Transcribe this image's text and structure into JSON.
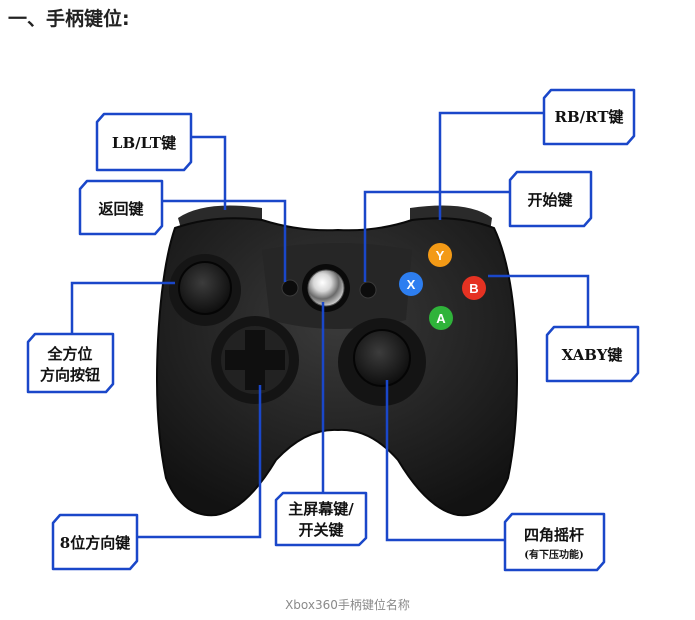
{
  "heading": "一、手柄键位:",
  "caption": "Xbox360手柄键位名称",
  "colors": {
    "callout_line": "#1a47c9",
    "controller_body": "#1e1e1e",
    "button_x": "#2d7ef0",
    "button_y": "#f39a16",
    "button_b": "#e53222",
    "button_a": "#2fb33a"
  },
  "face_buttons": {
    "x": "X",
    "y": "Y",
    "b": "B",
    "a": "A"
  },
  "labels": {
    "lb_lt": "LB/LT键",
    "back": "返回键",
    "left_stick_line1": "全方位",
    "left_stick_line2": "方向按钮",
    "dpad": "8位方向键",
    "guide_line1": "主屏幕键/",
    "guide_line2": "开关键",
    "rb_rt": "RB/RT键",
    "start": "开始键",
    "xaby": "XABY键",
    "right_stick_line1": "四角摇杆",
    "right_stick_line2": "(有下压功能)"
  }
}
